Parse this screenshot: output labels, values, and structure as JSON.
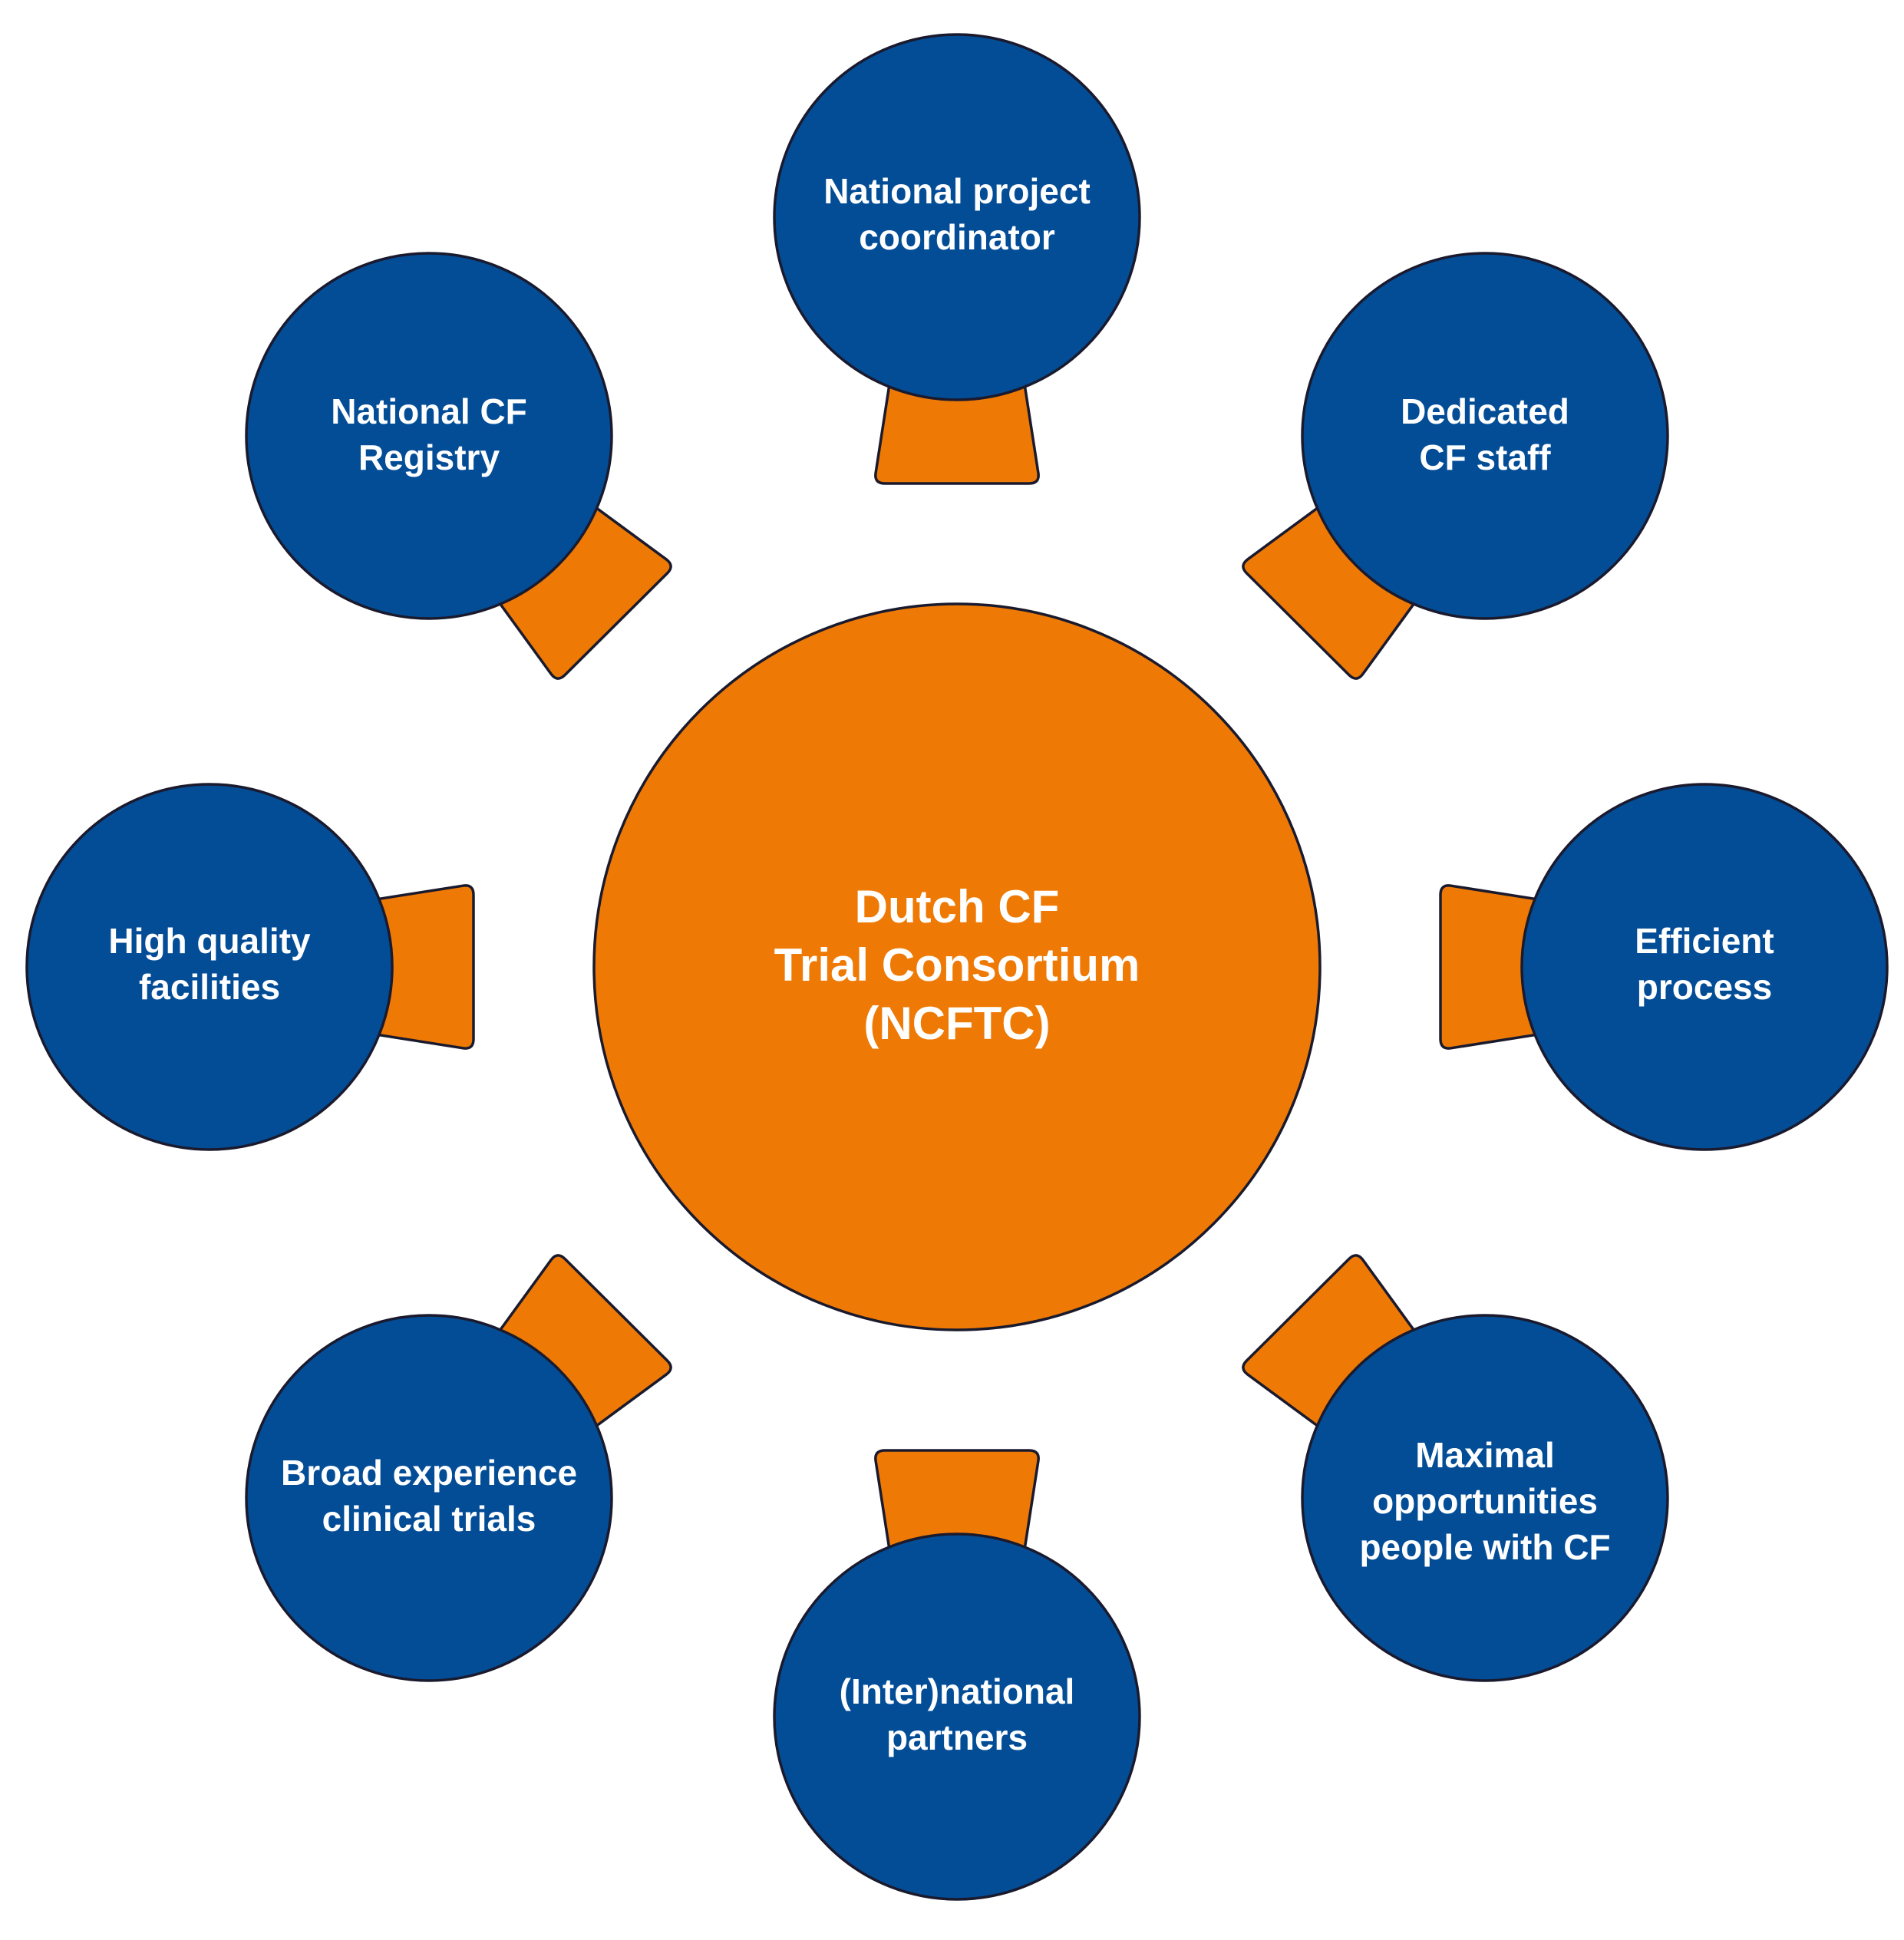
{
  "colors": {
    "hub_fill": "#EE7A05",
    "node_fill": "#034D97",
    "connector_fill": "#EE7A05",
    "outline": "#1A1A2E",
    "text": "#FFFFFF"
  },
  "hub": {
    "lines": [
      "Dutch CF",
      "Trial Consortium",
      "(NCFTC)"
    ]
  },
  "nodes": [
    {
      "id": "national-project-coordinator",
      "lines": [
        "National project",
        "coordinator"
      ]
    },
    {
      "id": "dedicated-cf-staff",
      "lines": [
        "Dedicated",
        "CF staff"
      ]
    },
    {
      "id": "efficient-process",
      "lines": [
        "Efficient",
        "process"
      ]
    },
    {
      "id": "maximal-opportunities",
      "lines": [
        "Maximal",
        "opportunities",
        "people with CF"
      ]
    },
    {
      "id": "international-partners",
      "lines": [
        "(Inter)national",
        "partners"
      ]
    },
    {
      "id": "broad-experience",
      "lines": [
        "Broad experience",
        "clinical trials"
      ]
    },
    {
      "id": "high-quality-facilities",
      "lines": [
        "High quality",
        "facilities"
      ]
    },
    {
      "id": "national-cf-registry",
      "lines": [
        "National CF",
        "Registry"
      ]
    }
  ]
}
